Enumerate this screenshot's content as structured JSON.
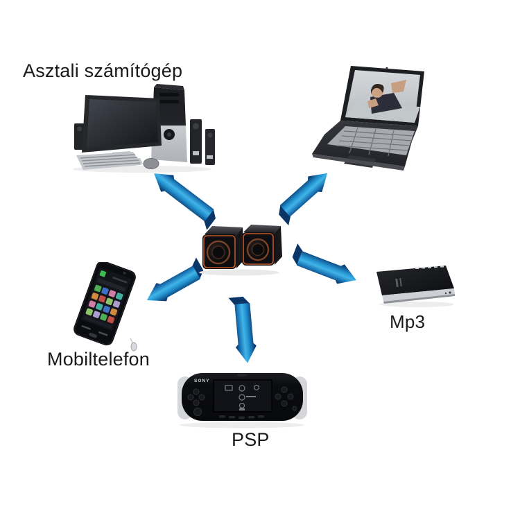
{
  "page": {
    "type": "speaker-compatibility-diagram",
    "background": "#ffffff"
  },
  "center": {
    "device": "mini-stereo-speakers"
  },
  "nodes": {
    "desktop": {
      "label": "Asztali számítógép",
      "icon": "desktop-computer-icon"
    },
    "laptop": {
      "icon": "laptop-icon"
    },
    "mobile": {
      "label": "Mobiltelefon",
      "icon": "mobile-phone-icon"
    },
    "mp3": {
      "label": "Mp3",
      "icon": "mp3-player-icon"
    },
    "psp": {
      "label": "PSP",
      "brand": "SONY",
      "icon": "psp-console-icon"
    }
  },
  "colors": {
    "arrow_dark": "#0c3f78",
    "arrow_mid": "#1c78b8",
    "arrow_light": "#41b4e6",
    "label_text": "#1a1a1a",
    "speaker_accent": "#bb5a28",
    "device_black": "#0c0d10",
    "silver": "#cdd0d4"
  }
}
